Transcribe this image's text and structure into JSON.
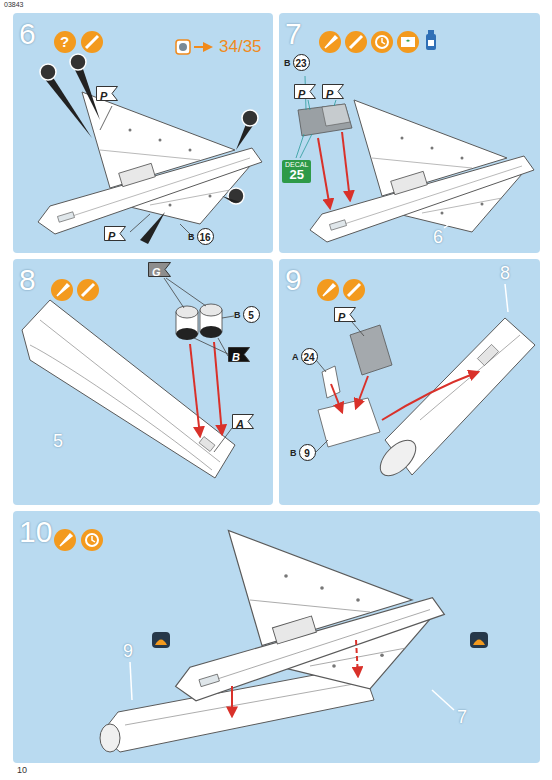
{
  "diagram": {
    "nodes": [
      {
        "text": [
          "6"
        ]
      },
      {
        "text": [
          "P"
        ],
        "in": 0
      },
      {
        "text": [
          "P"
        ],
        "in": 0
      },
      {
        "text": [
          "B",
          "16"
        ],
        "in": 0
      },
      {
        "text": [
          "7"
        ]
      },
      {
        "text": [
          "B",
          "23"
        ],
        "in": 4
      },
      {
        "text": [
          "P"
        ],
        "in": 4
      },
      {
        "text": [
          "P"
        ],
        "in": 4
      },
      {
        "text": [
          "DECAL",
          "25"
        ],
        "in": 4
      },
      {
        "text": [
          "8"
        ]
      },
      {
        "text": [
          "G"
        ],
        "in": 9
      },
      {
        "text": [
          "B",
          "5"
        ],
        "in": 9
      },
      {
        "text": [
          "B"
        ],
        "in": 9
      },
      {
        "text": [
          "A"
        ],
        "in": 9
      },
      {
        "text": [
          "9"
        ]
      },
      {
        "text": [
          "A",
          "24"
        ],
        "in": 14
      },
      {
        "text": [
          "P"
        ],
        "in": 14
      },
      {
        "text": [
          "B",
          "9"
        ],
        "in": 14
      },
      {
        "text": [
          "10"
        ]
      }
    ],
    "labels": [
      "03843",
      "?",
      "34/35",
      "6",
      "5",
      "8",
      "7",
      "9",
      "10"
    ]
  }
}
